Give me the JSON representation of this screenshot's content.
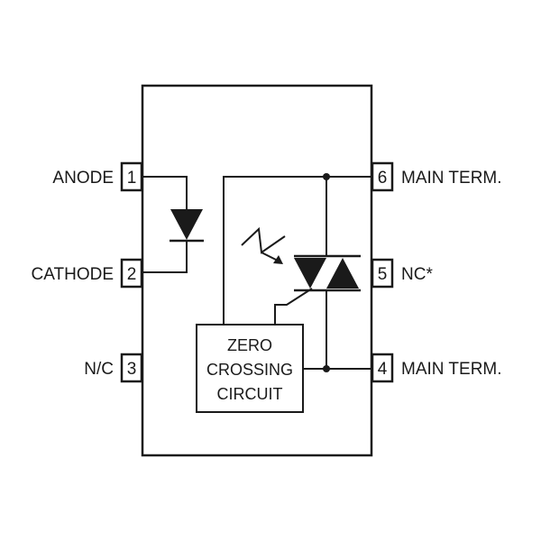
{
  "pins": {
    "p1": {
      "number": "1",
      "label": "ANODE"
    },
    "p2": {
      "number": "2",
      "label": "CATHODE"
    },
    "p3": {
      "number": "3",
      "label": "N/C"
    },
    "p4": {
      "number": "4",
      "label": "MAIN TERM."
    },
    "p5": {
      "number": "5",
      "label": "NC*"
    },
    "p6": {
      "number": "6",
      "label": "MAIN TERM."
    }
  },
  "zero_crossing": {
    "line1": "ZERO",
    "line2": "CROSSING",
    "line3": "CIRCUIT"
  },
  "colors": {
    "ink": "#1a1a1a",
    "background": "#ffffff"
  },
  "icons": [
    "led-diode-icon",
    "light-arrow-icon",
    "triac-icon"
  ]
}
